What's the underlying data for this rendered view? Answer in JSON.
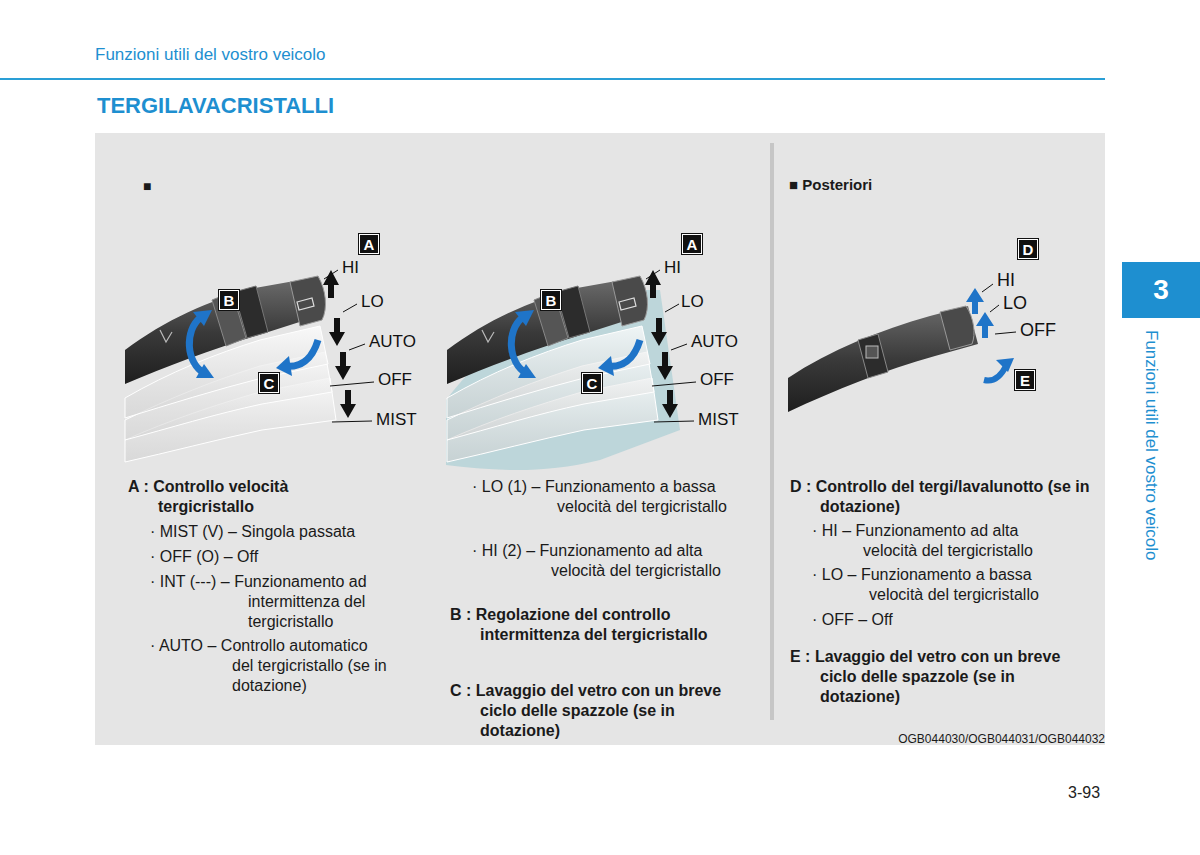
{
  "diagram": {
    "title": "TERGILAVACRISTALLI",
    "nodes": [
      {
        "text": [
          "A"
        ]
      },
      {
        "text": [
          "B"
        ]
      },
      {
        "text": [
          "C"
        ]
      },
      {
        "text": [
          "A"
        ]
      },
      {
        "text": [
          "B"
        ]
      },
      {
        "text": [
          "C"
        ]
      },
      {
        "text": [
          "D"
        ]
      },
      {
        "text": [
          "E"
        ]
      },
      {
        "text": [
          "3"
        ]
      }
    ],
    "labels": [
      "Funzioni utili del vostro veicolo",
      "■",
      "HI",
      "LO",
      "AUTO",
      "OFF",
      "MIST",
      "HI",
      "LO",
      "AUTO",
      "OFF",
      "MIST",
      "■ Posteriori",
      "HI",
      "LO",
      "OFF",
      "A : Controllo velocità tergicristallo",
      "· MIST (V) – Singola passata",
      "· OFF (O) – Off",
      "· INT (---) – Funzionamento ad intermittenza del tergicristallo",
      "· AUTO – Controllo automatico del tergicristallo (se in dotazione)",
      "· LO (1) – Funzionamento a bassa velocità del tergicristallo",
      "· HI (2) – Funzionamento ad alta velocità del tergicristallo",
      "B : Regolazione del controllo intermittenza del tergicristallo",
      "C : Lavaggio del vetro con un breve ciclo delle spazzole (se in dotazione)",
      "D : Controllo del tergi/lavalunotto (se in dotazione)",
      "· HI – Funzionamento ad alta velocità del tergicristallo",
      "· LO – Funzionamento a bassa velocità del tergicristallo",
      "· OFF – Off",
      "E : Lavaggio del vetro con un breve ciclo delle spazzole (se in dotazione)",
      "OGB044030/OGB044031/OGB044032",
      "Funzioni utili del vostro veicolo",
      "3-93"
    ]
  }
}
